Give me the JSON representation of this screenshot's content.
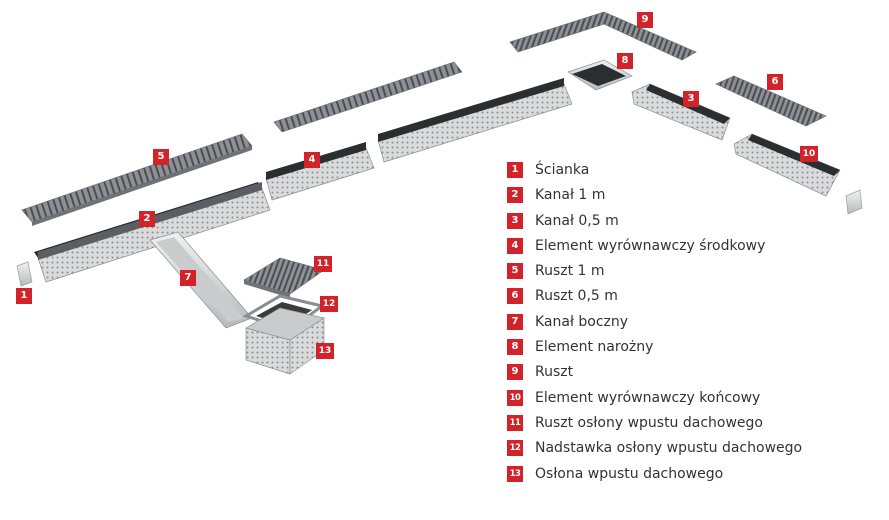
{
  "diagram": {
    "accent_color": "#d2232a",
    "callouts": [
      {
        "id": "1",
        "label": "1"
      },
      {
        "id": "2",
        "label": "2"
      },
      {
        "id": "3",
        "label": "3"
      },
      {
        "id": "4",
        "label": "4"
      },
      {
        "id": "5",
        "label": "5"
      },
      {
        "id": "6",
        "label": "6"
      },
      {
        "id": "7",
        "label": "7"
      },
      {
        "id": "8",
        "label": "8"
      },
      {
        "id": "9",
        "label": "9"
      },
      {
        "id": "10",
        "label": "10"
      },
      {
        "id": "11",
        "label": "11"
      },
      {
        "id": "12",
        "label": "12"
      },
      {
        "id": "13",
        "label": "13"
      }
    ]
  },
  "legend": {
    "items": [
      {
        "num": "1",
        "text": "Ścianka"
      },
      {
        "num": "2",
        "text": "Kanał 1 m"
      },
      {
        "num": "3",
        "text": "Kanał 0,5 m"
      },
      {
        "num": "4",
        "text": "Element wyrównawczy środkowy"
      },
      {
        "num": "5",
        "text": "Ruszt 1 m"
      },
      {
        "num": "6",
        "text": "Ruszt 0,5 m"
      },
      {
        "num": "7",
        "text": "Kanał boczny"
      },
      {
        "num": "8",
        "text": "Element narożny"
      },
      {
        "num": "9",
        "text": "Ruszt"
      },
      {
        "num": "10",
        "text": "Element wyrównawczy końcowy"
      },
      {
        "num": "11",
        "text": "Ruszt osłony wpustu dachowego"
      },
      {
        "num": "12",
        "text": "Nadstawka osłony wpustu dachowego"
      },
      {
        "num": "13",
        "text": "Osłona wpustu dachowego"
      }
    ]
  }
}
